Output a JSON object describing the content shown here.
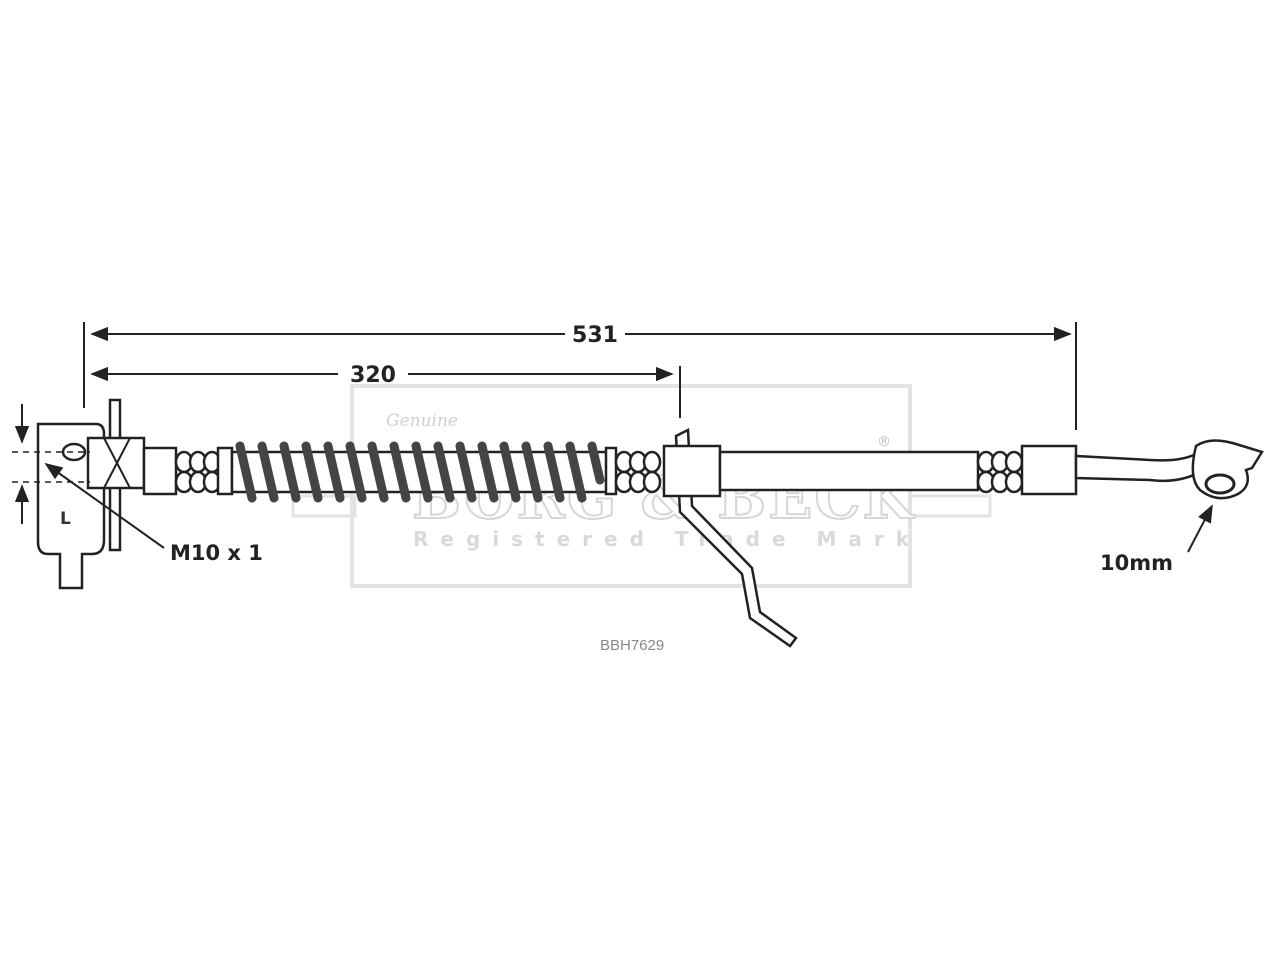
{
  "dimensions": {
    "overall_length": "531",
    "partial_length": "320"
  },
  "labels": {
    "thread_size": "M10 x 1",
    "eye_diameter": "10mm",
    "side_marker": "L"
  },
  "part_number": "BBH7629",
  "watermark": {
    "brand_logo_text": "BORG & BECK",
    "tagline": "Registered Trade Mark",
    "script_text": "Genuine",
    "registered_symbol": "®"
  },
  "colors": {
    "line": "#222222",
    "spring": "#555555",
    "watermark": "#d6d6d6",
    "part_text": "#8a8a8a"
  }
}
